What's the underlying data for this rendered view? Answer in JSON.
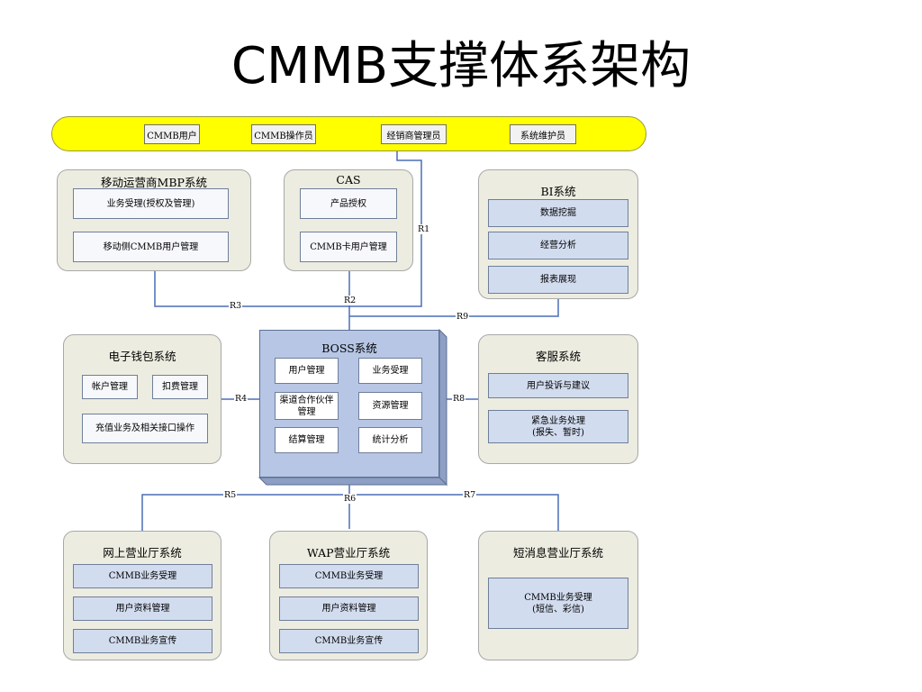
{
  "title": "CMMB支撑体系架构",
  "users": [
    "CMMB用户",
    "CMMB操作员",
    "经销商管理员",
    "系统维护员"
  ],
  "mbp": {
    "title": "移动运营商MBP系统",
    "items": [
      "业务受理(授权及管理)",
      "移动侧CMMB用户管理"
    ]
  },
  "cas": {
    "title": "CAS",
    "items": [
      "产品授权",
      "CMMB卡用户管理"
    ]
  },
  "bi": {
    "title": "BI系统",
    "items": [
      "数据挖掘",
      "经营分析",
      "报表展现"
    ]
  },
  "wallet": {
    "title": "电子钱包系统",
    "items": [
      "帐户管理",
      "扣费管理",
      "充值业务及相关接口操作"
    ]
  },
  "boss": {
    "title": "BOSS系统",
    "items": [
      "用户管理",
      "业务受理",
      "渠道合作伙伴管理",
      "资源管理",
      "结算管理",
      "统计分析"
    ]
  },
  "cs": {
    "title": "客服系统",
    "items": [
      "用户投诉与建议",
      "紧急业务处理\n(报失、暂时)"
    ]
  },
  "web": {
    "title": "网上营业厅系统",
    "items": [
      "CMMB业务受理",
      "用户资料管理",
      "CMMB业务宣传"
    ]
  },
  "wap": {
    "title": "WAP营业厅系统",
    "items": [
      "CMMB业务受理",
      "用户资料管理",
      "CMMB业务宣传"
    ]
  },
  "sms": {
    "title": "短消息营业厅系统",
    "items": [
      "CMMB业务受理\n(短信、彩信)"
    ]
  },
  "links": [
    "R1",
    "R2",
    "R3",
    "R4",
    "R5",
    "R6",
    "R7",
    "R8",
    "R9"
  ]
}
